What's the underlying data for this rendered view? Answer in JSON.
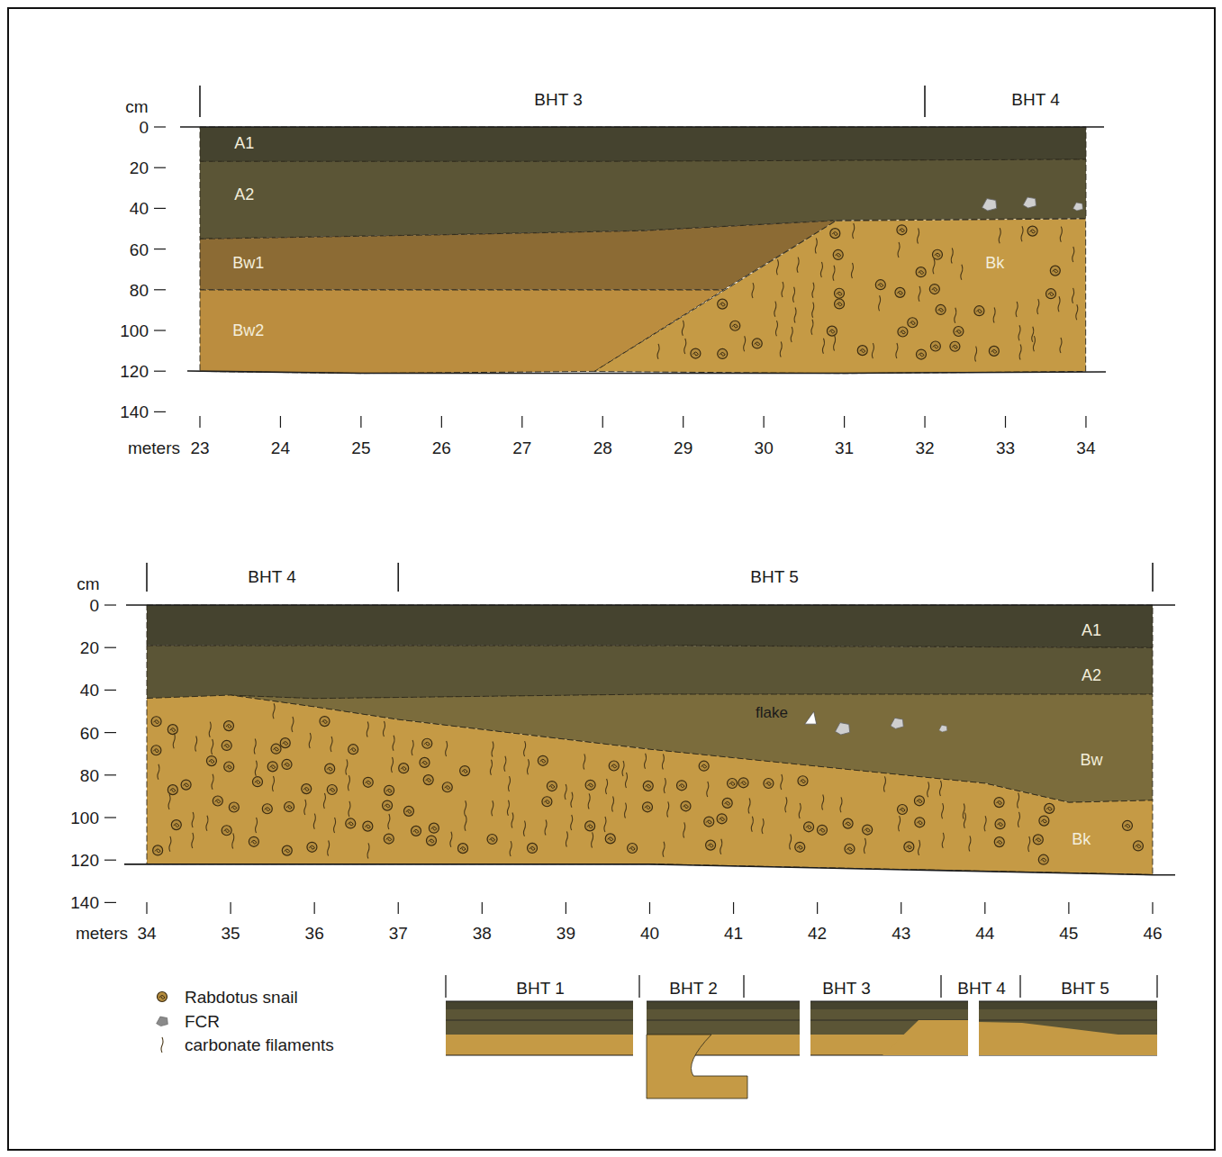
{
  "diagram": {
    "nodes": [
      {
        "text": [
          "A1"
        ]
      },
      {
        "text": [
          "A2"
        ]
      },
      {
        "text": [
          "Bw1"
        ]
      },
      {
        "text": [
          "Bw2"
        ]
      },
      {
        "text": [
          "Bk"
        ]
      },
      {
        "text": [
          "A1"
        ]
      },
      {
        "text": [
          "A2"
        ]
      },
      {
        "text": [
          "Bw"
        ]
      },
      {
        "text": [
          "Bk"
        ]
      }
    ],
    "labels": [
      "cm",
      "0",
      "20",
      "40",
      "60",
      "80",
      "100",
      "120",
      "140",
      "BHT 3",
      "BHT 4",
      "meters",
      "23",
      "24",
      "25",
      "26",
      "27",
      "28",
      "29",
      "30",
      "31",
      "32",
      "33",
      "34",
      "cm",
      "0",
      "20",
      "40",
      "60",
      "80",
      "100",
      "120",
      "140",
      "BHT 4",
      "BHT 5",
      "flake",
      "meters",
      "34",
      "35",
      "36",
      "37",
      "38",
      "39",
      "40",
      "41",
      "42",
      "43",
      "44",
      "45",
      "46",
      "BHT 1",
      "BHT 2",
      "BHT 3",
      "BHT 4",
      "BHT 5"
    ],
    "legend": [
      {
        "text": "Rabdotus snail"
      },
      {
        "text": "FCR"
      },
      {
        "text": "carbonate filaments"
      }
    ]
  }
}
